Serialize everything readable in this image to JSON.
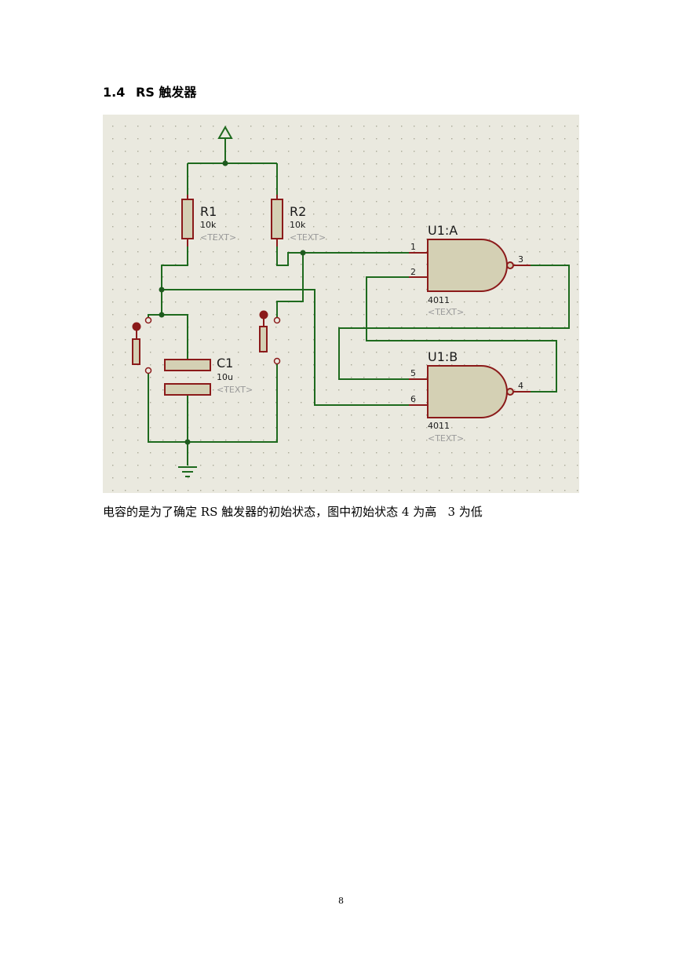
{
  "section": {
    "number": "1.4",
    "title": "RS 触发器"
  },
  "schematic": {
    "r1": {
      "ref": "R1",
      "value": "10k",
      "text": "<TEXT>"
    },
    "r2": {
      "ref": "R2",
      "value": "10k",
      "text": "<TEXT>"
    },
    "c1": {
      "ref": "C1",
      "value": "10u",
      "text": "<TEXT>"
    },
    "u1a": {
      "ref": "U1:A",
      "part": "4011",
      "text": "<TEXT>",
      "pin_in1": "1",
      "pin_in2": "2",
      "pin_out": "3"
    },
    "u1b": {
      "ref": "U1:B",
      "part": "4011",
      "text": "<TEXT>",
      "pin_in1": "5",
      "pin_in2": "6",
      "pin_out": "4"
    },
    "colors": {
      "background": "#eae9df",
      "grid_dot": "#a8a896",
      "wire": "#1e6a1e",
      "component_body": "#d4d0b4",
      "component_outline": "#8b1a1a",
      "junction": "#1e5a1e",
      "label": "#1a1a1a",
      "placeholder": "#9a9a9a"
    }
  },
  "caption": "电容的是为了确定 RS 触发器的初始状态，图中初始状态 4 为高   3 为低",
  "page_number": "8"
}
